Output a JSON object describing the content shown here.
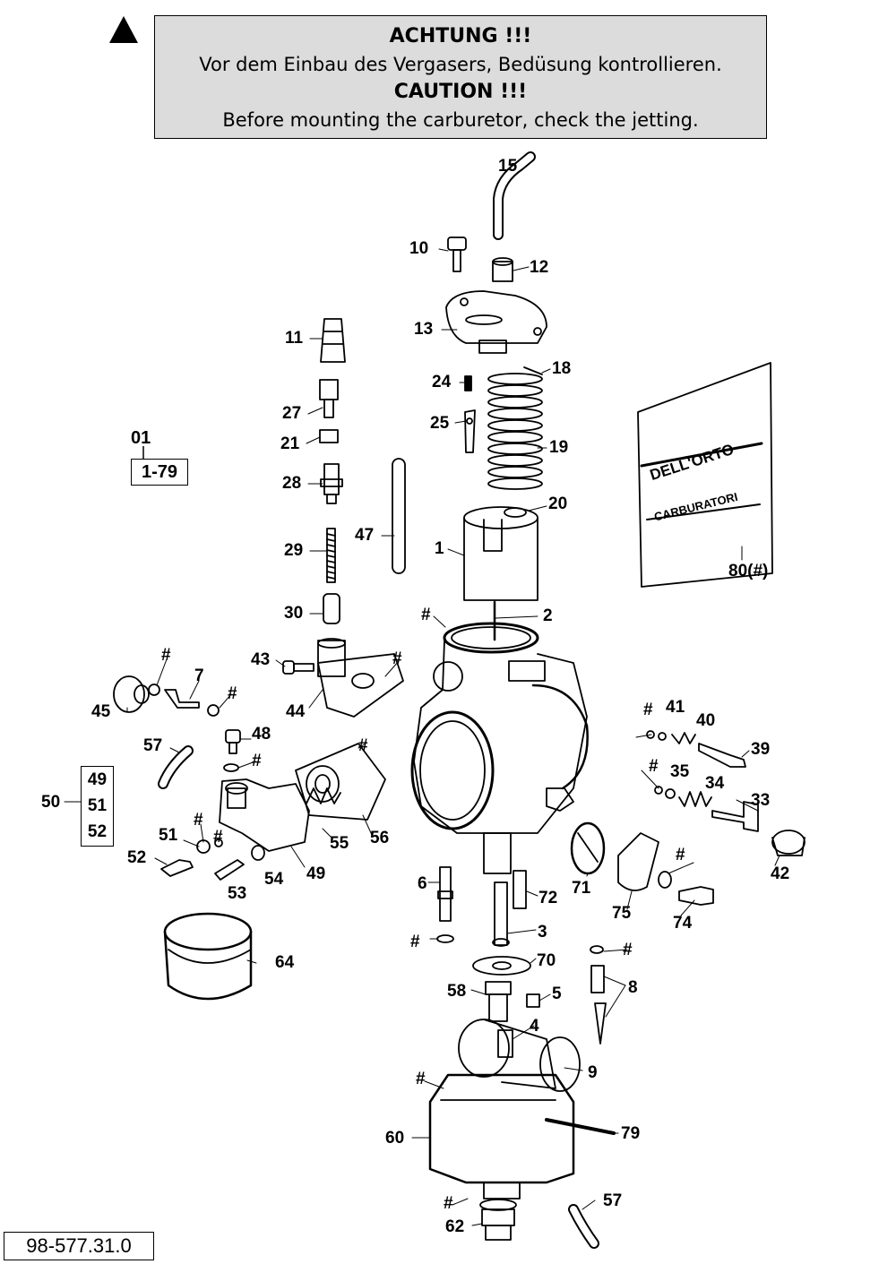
{
  "caution": {
    "title_de": "ACHTUNG !!!",
    "text_de": "Vor dem Einbau des Vergasers, Bedüsung kontrollieren.",
    "title_en": "CAUTION !!!",
    "text_en": "Before mounting the carburetor, check the jetting."
  },
  "assembly": {
    "ref_number": "01",
    "ref_range": "1-79"
  },
  "group50": {
    "label": "50",
    "items": [
      "49",
      "51",
      "52"
    ]
  },
  "doc_number": "98-577.31.0",
  "parts_bag_text": [
    "DELL'ORTO",
    "CARBURATORI"
  ],
  "callouts": [
    "15",
    "10",
    "12",
    "13",
    "11",
    "24",
    "18",
    "27",
    "25",
    "21",
    "19",
    "28",
    "20",
    "47",
    "80(#)",
    "29",
    "1",
    "30",
    "#",
    "2",
    "43",
    "#",
    "#",
    "7",
    "#",
    "44",
    "45",
    "#",
    "41",
    "40",
    "57",
    "48",
    "#",
    "39",
    "#",
    "#",
    "35",
    "34",
    "50",
    "33",
    "#",
    "51",
    "#",
    "52",
    "55",
    "56",
    "49",
    "42",
    "#",
    "71",
    "53",
    "54",
    "6",
    "72",
    "75",
    "74",
    "3",
    "#",
    "64",
    "70",
    "#",
    "58",
    "5",
    "8",
    "4",
    "9",
    "#",
    "60",
    "79",
    "#",
    "57",
    "62"
  ]
}
